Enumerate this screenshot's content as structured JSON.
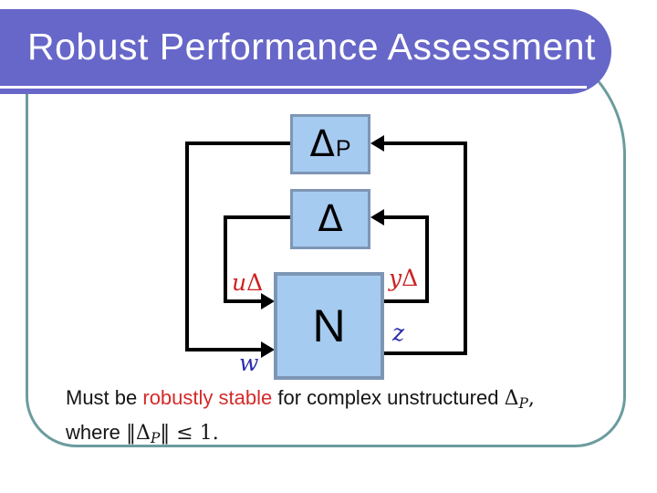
{
  "slide": {
    "title": "Robust Performance Assessment",
    "colors": {
      "banner_purple": "#6767c9",
      "frame_teal": "#6b9c9e",
      "block_fill": "#a6cbf0",
      "block_border": "#7e96b5",
      "wire_black": "#000000",
      "signal_red": "#cc2222",
      "signal_blue": "#2d2dae",
      "highlight_red": "#d42a2a"
    }
  },
  "diagram": {
    "block_delta_p": {
      "symbol": "Δ",
      "subscript": "P"
    },
    "block_delta": {
      "symbol": "Δ"
    },
    "block_n": {
      "label": "N"
    },
    "label_u_delta": {
      "var": "u",
      "symbol": "Δ"
    },
    "label_y_delta": {
      "var": "y",
      "symbol": "Δ"
    },
    "label_w": "w",
    "label_z": "z"
  },
  "caption": {
    "prefix": "Must be ",
    "highlight": "robustly stable",
    "middle": " for complex unstructured ",
    "math1_symbol": "Δ",
    "math1_sub": "P",
    "math1_trail": ",",
    "line2_prefix": "where ",
    "line2_norm_open": "‖",
    "line2_symbol": "Δ",
    "line2_sub": "P",
    "line2_norm_close": "‖",
    "line2_trail": " ≤ 1."
  }
}
